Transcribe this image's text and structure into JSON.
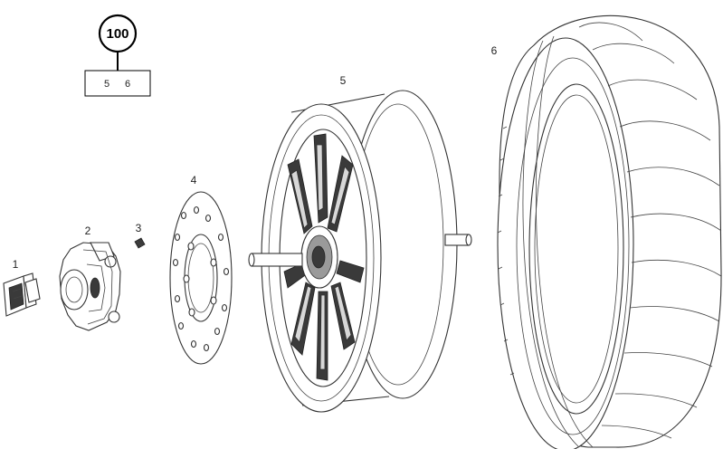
{
  "assembly_badge": {
    "number": "100",
    "refs": [
      "5",
      "6"
    ]
  },
  "parts": [
    {
      "callout": "1"
    },
    {
      "callout": "2"
    },
    {
      "callout": "3"
    },
    {
      "callout": "4"
    },
    {
      "callout": "5"
    },
    {
      "callout": "6"
    }
  ]
}
